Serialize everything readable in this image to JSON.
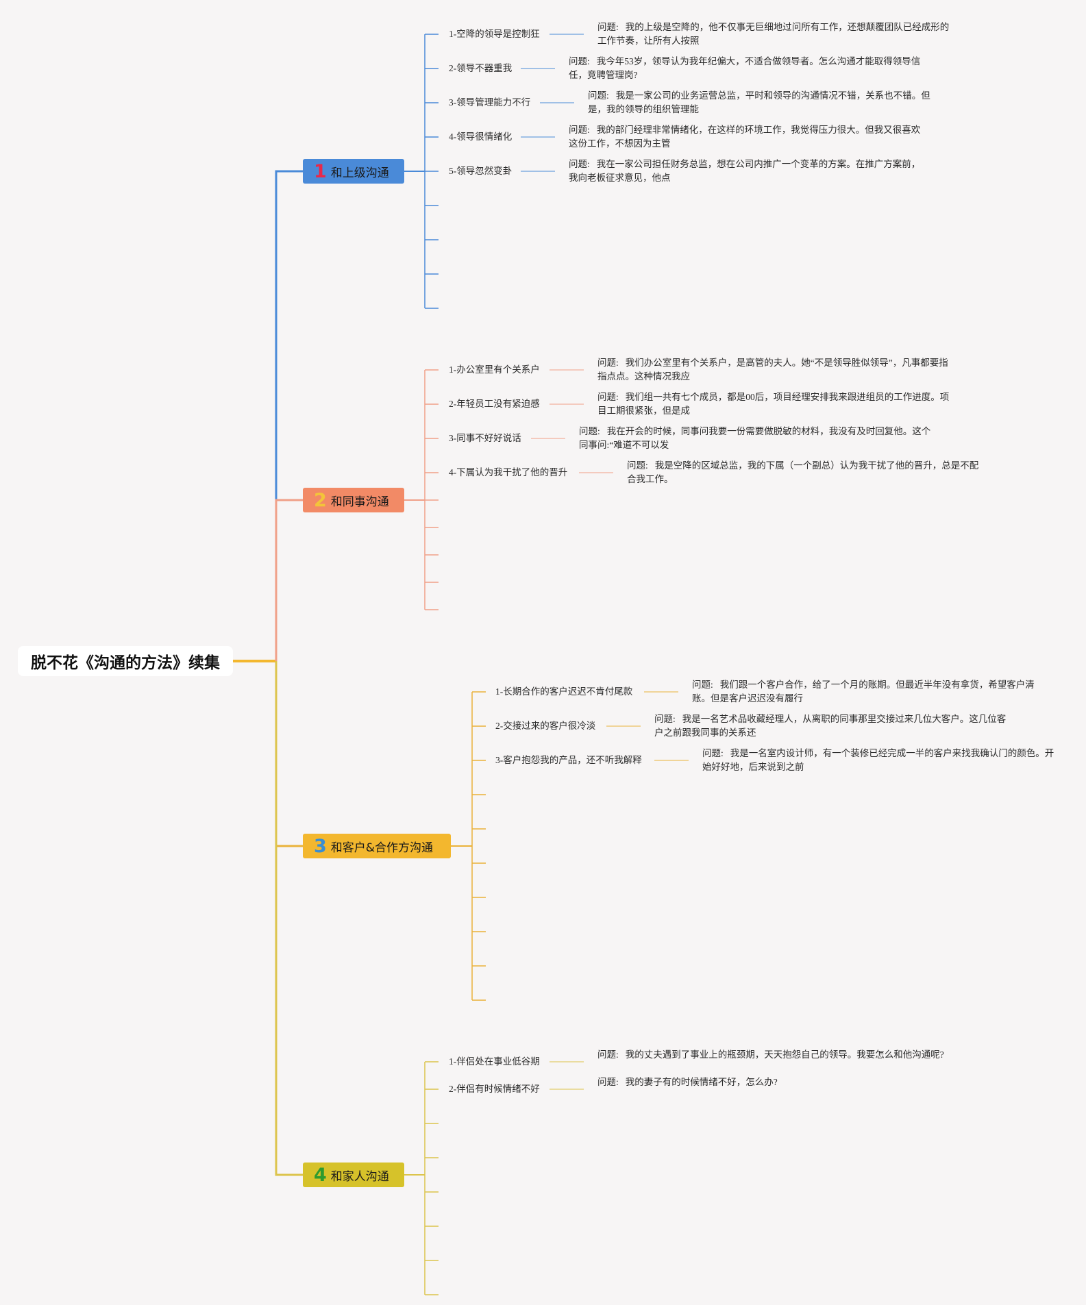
{
  "root": {
    "title": "脱不花《沟通的方法》续集"
  },
  "branches": [
    {
      "num": "1",
      "label": "和上级沟通",
      "colors": {
        "box": "#4a8ad8",
        "line": "#4a8ad8",
        "num": "#e8284a"
      },
      "empty_slots": 4,
      "items": [
        {
          "title": "1-空降的领导是控制狂",
          "desc": "我的上级是空降的，他不仅事无巨细地过问所有工作，还想颠覆团队已经成形的工作节奏，让所有人按照"
        },
        {
          "title": "2-领导不器重我",
          "desc": "我今年53岁，领导认为我年纪偏大，不适合做领导者。怎么沟通才能取得领导信任，竞聘管理岗?"
        },
        {
          "title": "3-领导管理能力不行",
          "desc": "我是一家公司的业务运营总监，平时和领导的沟通情况不错，关系也不错。但是，我的领导的组织管理能"
        },
        {
          "title": "4-领导很情绪化",
          "desc": "我的部门经理非常情绪化，在这样的环境工作，我觉得压力很大。但我又很喜欢这份工作，不想因为主管"
        },
        {
          "title": "5-领导忽然变卦",
          "desc": "我在一家公司担任财务总监，想在公司内推广一个变革的方案。在推广方案前，我向老板征求意见，他点"
        }
      ]
    },
    {
      "num": "2",
      "label": "和同事沟通",
      "colors": {
        "box": "#f28a66",
        "line": "#f0a088",
        "num": "#f3c43a"
      },
      "empty_slots": 5,
      "items": [
        {
          "title": "1-办公室里有个关系户",
          "desc": "我们办公室里有个关系户，是高管的夫人。她“不是领导胜似领导”，凡事都要指指点点。这种情况我应"
        },
        {
          "title": "2-年轻员工没有紧迫感",
          "desc": "我们组一共有七个成员，都是00后，项目经理安排我来跟进组员的工作进度。项目工期很紧张，但是成"
        },
        {
          "title": "3-同事不好好说话",
          "desc": "我在开会的时候，同事问我要一份需要做脱敏的材料，我没有及时回复他。这个同事问:“难道不可以发"
        },
        {
          "title": "4-下属认为我干扰了他的晋升",
          "desc": "我是空降的区域总监，我的下属（一个副总）认为我干扰了他的晋升，总是不配合我工作。"
        }
      ]
    },
    {
      "num": "3",
      "label": "和客户&合作方沟通",
      "colors": {
        "box": "#f3b72e",
        "line": "#eab23a",
        "num": "#3a8ed2"
      },
      "empty_slots": 7,
      "items": [
        {
          "title": "1-长期合作的客户迟迟不肯付尾款",
          "desc": "我们跟一个客户合作，给了一个月的账期。但最近半年没有拿货，希望客户清账。但是客户迟迟没有履行"
        },
        {
          "title": "2-交接过来的客户很冷淡",
          "desc": "我是一名艺术品收藏经理人，从离职的同事那里交接过来几位大客户。这几位客户之前跟我同事的关系还"
        },
        {
          "title": "3-客户抱怨我的产品，还不听我解释",
          "desc": "我是一名室内设计师，有一个装修已经完成一半的客户来找我确认门的颜色。开始好好地，后来说到之前"
        }
      ]
    },
    {
      "num": "4",
      "label": "和家人沟通",
      "colors": {
        "box": "#d6c22a",
        "line": "#dcc44c",
        "num": "#2e9b2e"
      },
      "empty_slots": 6,
      "items": [
        {
          "title": "1-伴侣处在事业低谷期",
          "desc": "我的丈夫遇到了事业上的瓶颈期，天天抱怨自己的领导。我要怎么和他沟通呢?"
        },
        {
          "title": "2-伴侣有时候情绪不好",
          "desc": "我的妻子有的时候情绪不好，怎么办?"
        }
      ]
    }
  ],
  "desc_label": "问题:"
}
